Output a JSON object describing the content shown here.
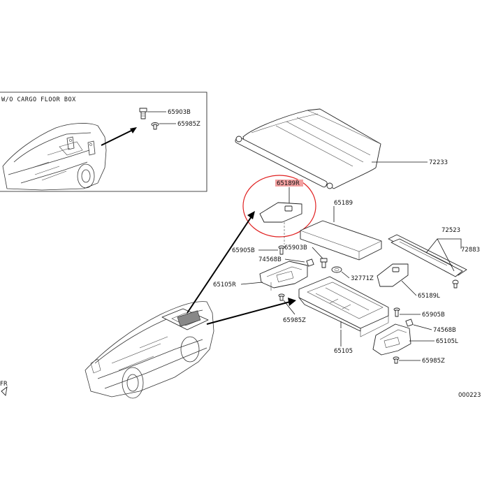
{
  "inset": {
    "caption": "W/O CARGO FLOOR BOX",
    "labels": [
      "65903B",
      "65985Z"
    ]
  },
  "parts": {
    "p72233": "72233",
    "p65189R": "65189R",
    "p65189": "65189",
    "p72523": "72523",
    "p72883": "72883",
    "p65905B_left": "65905B",
    "p65903B": "65903B",
    "p74568B_left": "74568B",
    "p32771Z": "32771Z",
    "p65105R": "65105R",
    "p65189L": "65189L",
    "p65985Z_left": "65985Z",
    "p65905B_right": "65905B",
    "p74568B_right": "74568B",
    "p65105L": "65105L",
    "p65105": "65105",
    "p65985Z_right": "65985Z"
  },
  "footer": {
    "fr_label": "FR",
    "figure_id": "000223"
  },
  "colors": {
    "highlight_label": "#f2a0a0",
    "circle": "#e02020",
    "line": "#111111"
  }
}
